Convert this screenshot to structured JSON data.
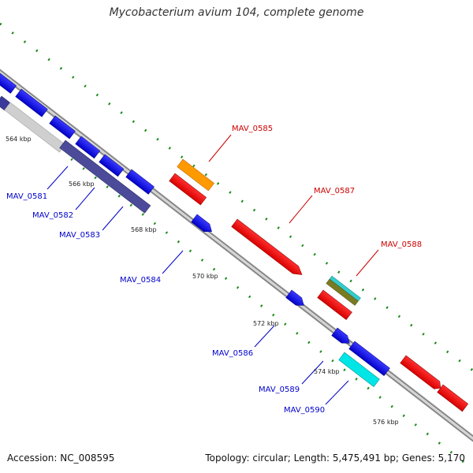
{
  "title": "Mycobacterium avium 104, complete genome",
  "footer": {
    "accession": "Accession: NC_008595",
    "stats": "Topology: circular; Length: 5,475,491 bp; Genes: 5,170"
  },
  "colors": {
    "backbone": "#888888",
    "tick": "#1a8a1a",
    "forward_gene": "#ff0000",
    "reverse_gene": "#0000ee",
    "label_forward": "#cc0000",
    "label_reverse": "#0000cc"
  },
  "kbp_markers": [
    "564 kbp",
    "566 kbp",
    "568 kbp",
    "570 kbp",
    "572 kbp",
    "574 kbp",
    "576 kbp"
  ],
  "gene_labels": [
    {
      "name": "MAV_0581",
      "strand": "reverse"
    },
    {
      "name": "MAV_0582",
      "strand": "reverse"
    },
    {
      "name": "MAV_0583",
      "strand": "reverse"
    },
    {
      "name": "MAV_0584",
      "strand": "reverse"
    },
    {
      "name": "MAV_0585",
      "strand": "forward"
    },
    {
      "name": "MAV_0586",
      "strand": "reverse"
    },
    {
      "name": "MAV_0587",
      "strand": "forward"
    },
    {
      "name": "MAV_0588",
      "strand": "forward"
    },
    {
      "name": "MAV_0589",
      "strand": "reverse"
    },
    {
      "name": "MAV_0590",
      "strand": "reverse"
    }
  ]
}
